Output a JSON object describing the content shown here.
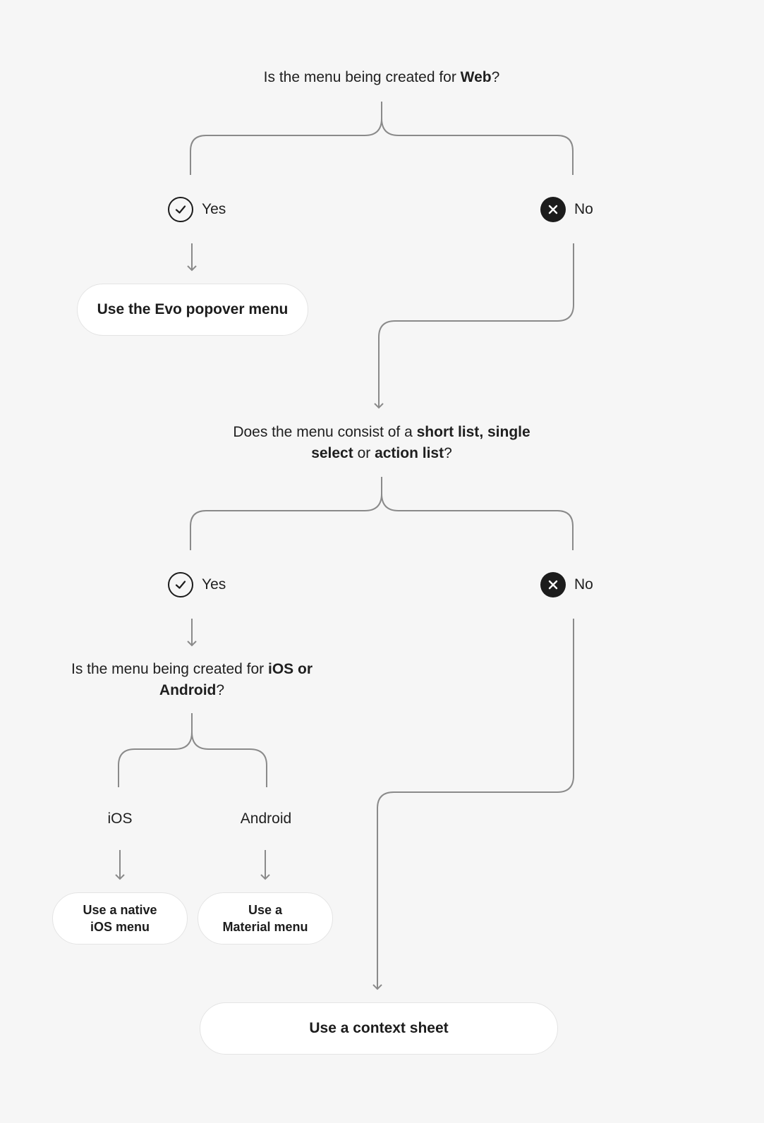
{
  "q1": {
    "pre": "Is the menu being created for ",
    "bold": "Web",
    "post": "?"
  },
  "q2": {
    "pre": "Does the menu consist of a ",
    "bold1": "short list",
    "mid1": ", ",
    "bold2": "single select",
    "mid2": " or ",
    "bold3": "action list",
    "post": "?"
  },
  "q3": {
    "pre": "Is the menu being created for ",
    "bold": "iOS or Android",
    "post": "?"
  },
  "answers": {
    "yes": "Yes",
    "no": "No"
  },
  "platforms": {
    "ios": "iOS",
    "android": "Android"
  },
  "outcomes": {
    "evo": "Use the Evo popover menu",
    "native_ios": "Use a native\niOS menu",
    "material": "Use a\nMaterial menu",
    "context_sheet": "Use a context sheet"
  },
  "icons": {
    "yes": "check-circle-icon",
    "no": "x-circle-icon"
  }
}
